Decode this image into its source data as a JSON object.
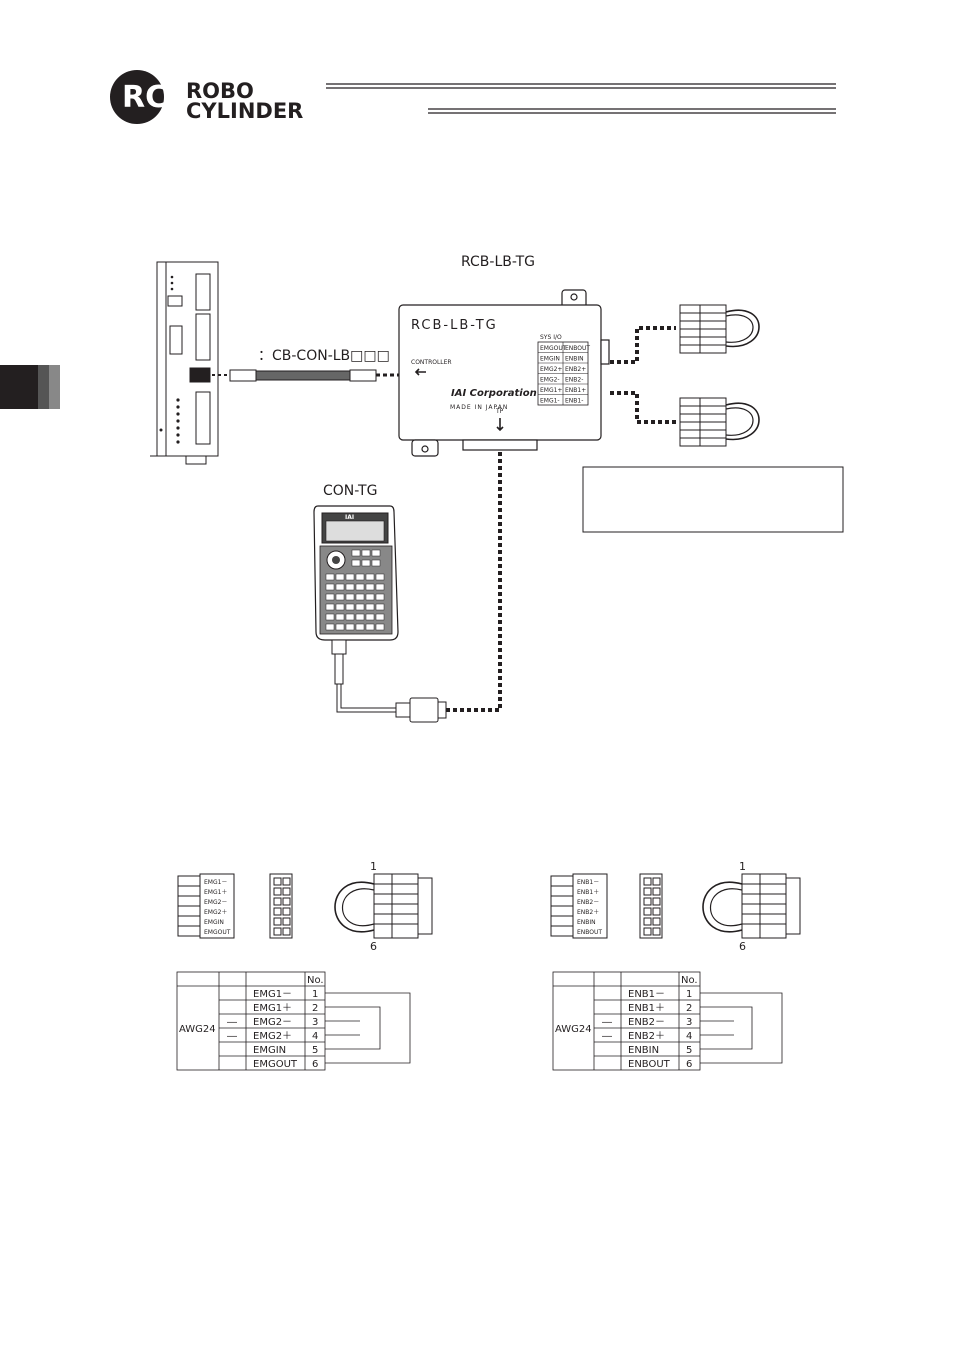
{
  "header": {
    "logo_mark": "RC",
    "logo_line1": "ROBO",
    "logo_line2": "CYLINDER"
  },
  "diagram": {
    "box_title": "RCB-LB-TG",
    "box_label": "RCB-LB-TG",
    "cable_label": "：CB-CON-LB□□□",
    "controller_port_label": "CONTROLLER",
    "tp_port_label": "TP",
    "sys_io_label": "SYS I/O",
    "brand": "IAI Corporation",
    "made_in": "MADE IN JAPAN",
    "terminal_table": [
      [
        "EMGOUT",
        "ENBOUT"
      ],
      [
        "EMGIN",
        "ENBIN"
      ],
      [
        "EMG2+",
        "ENB2+"
      ],
      [
        "EMG2-",
        "ENB2-"
      ],
      [
        "EMG1+",
        "ENB1+"
      ],
      [
        "EMG1-",
        "ENB1-"
      ]
    ],
    "pendant_label": "CON-TG",
    "pendant_brand": "IAI"
  },
  "connectors": {
    "left": {
      "pin_first": "1",
      "pin_last": "6",
      "signals": [
        "EMG1－",
        "EMG1＋",
        "EMG2－",
        "EMG2＋",
        "EMGIN",
        "EMGOUT"
      ],
      "table": {
        "col_no": "No.",
        "wire": "AWG24",
        "rows": [
          {
            "mark": "",
            "signal": "EMG1－",
            "no": "1"
          },
          {
            "mark": "",
            "signal": "EMG1＋",
            "no": "2"
          },
          {
            "mark": "―",
            "signal": "EMG2－",
            "no": "3"
          },
          {
            "mark": "―",
            "signal": "EMG2＋",
            "no": "4"
          },
          {
            "mark": "",
            "signal": "EMGIN",
            "no": "5"
          },
          {
            "mark": "",
            "signal": "EMGOUT",
            "no": "6"
          }
        ]
      }
    },
    "right": {
      "pin_first": "1",
      "pin_last": "6",
      "signals": [
        "ENB1－",
        "ENB1＋",
        "ENB2－",
        "ENB2＋",
        "ENBIN",
        "ENBOUT"
      ],
      "table": {
        "col_no": "No.",
        "wire": "AWG24",
        "rows": [
          {
            "mark": "",
            "signal": "ENB1－",
            "no": "1"
          },
          {
            "mark": "",
            "signal": "ENB1＋",
            "no": "2"
          },
          {
            "mark": "―",
            "signal": "ENB2－",
            "no": "3"
          },
          {
            "mark": "―",
            "signal": "ENB2＋",
            "no": "4"
          },
          {
            "mark": "",
            "signal": "ENBIN",
            "no": "5"
          },
          {
            "mark": "",
            "signal": "ENBOUT",
            "no": "6"
          }
        ]
      }
    }
  }
}
